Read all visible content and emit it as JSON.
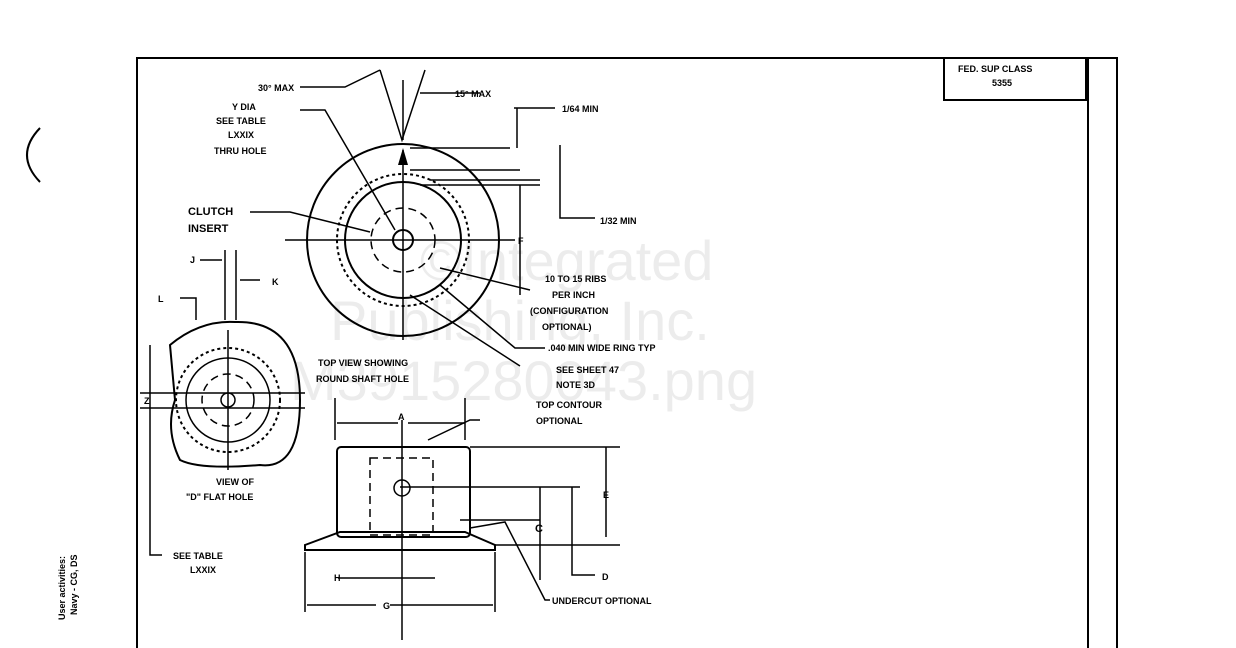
{
  "title_block": {
    "line1": "FED. SUP CLASS",
    "line2": "5355"
  },
  "top_view": {
    "angle_30": "30° MAX",
    "angle_15": "15° MAX",
    "hole_note": [
      "Y   DIA",
      "SEE  TABLE",
      "LXXIX",
      "THRU  HOLE"
    ],
    "clutch": [
      "CLUTCH",
      "INSERT"
    ],
    "min_164": "1/64 MIN",
    "min_132": "1/32 MIN",
    "dim_f": "F",
    "ribs": [
      "10 TO 15 RIBS",
      "PER INCH",
      "(CONFIGURATION",
      "OPTIONAL)"
    ],
    "ring": ".040 MIN WIDE RING  TYP",
    "sheet_note": [
      "SEE SHEET 47",
      "NOTE 3D"
    ],
    "caption": [
      "TOP VIEW SHOWING",
      "ROUND SHAFT HOLE"
    ]
  },
  "d_view": {
    "dim_j": "J",
    "dim_k": "K",
    "dim_l": "L",
    "dim_z": "Z",
    "caption": [
      "VIEW OF",
      "\"D\"  FLAT  HOLE"
    ],
    "table_note": [
      "SEE  TABLE",
      "LXXIX"
    ]
  },
  "side_view": {
    "dim_a": "A",
    "dim_e": "E",
    "dim_c": "C",
    "dim_d": "D",
    "dim_h": "H",
    "dim_g": "G",
    "top_contour": [
      "TOP CONTOUR",
      "OPTIONAL"
    ],
    "undercut": "UNDERCUT OPTIONAL"
  },
  "margin_note": [
    "User activities:",
    "Navy - CG, DS"
  ],
  "watermark": [
    "©Integrated",
    "Publishing, Inc.",
    "M3915280043.png"
  ]
}
